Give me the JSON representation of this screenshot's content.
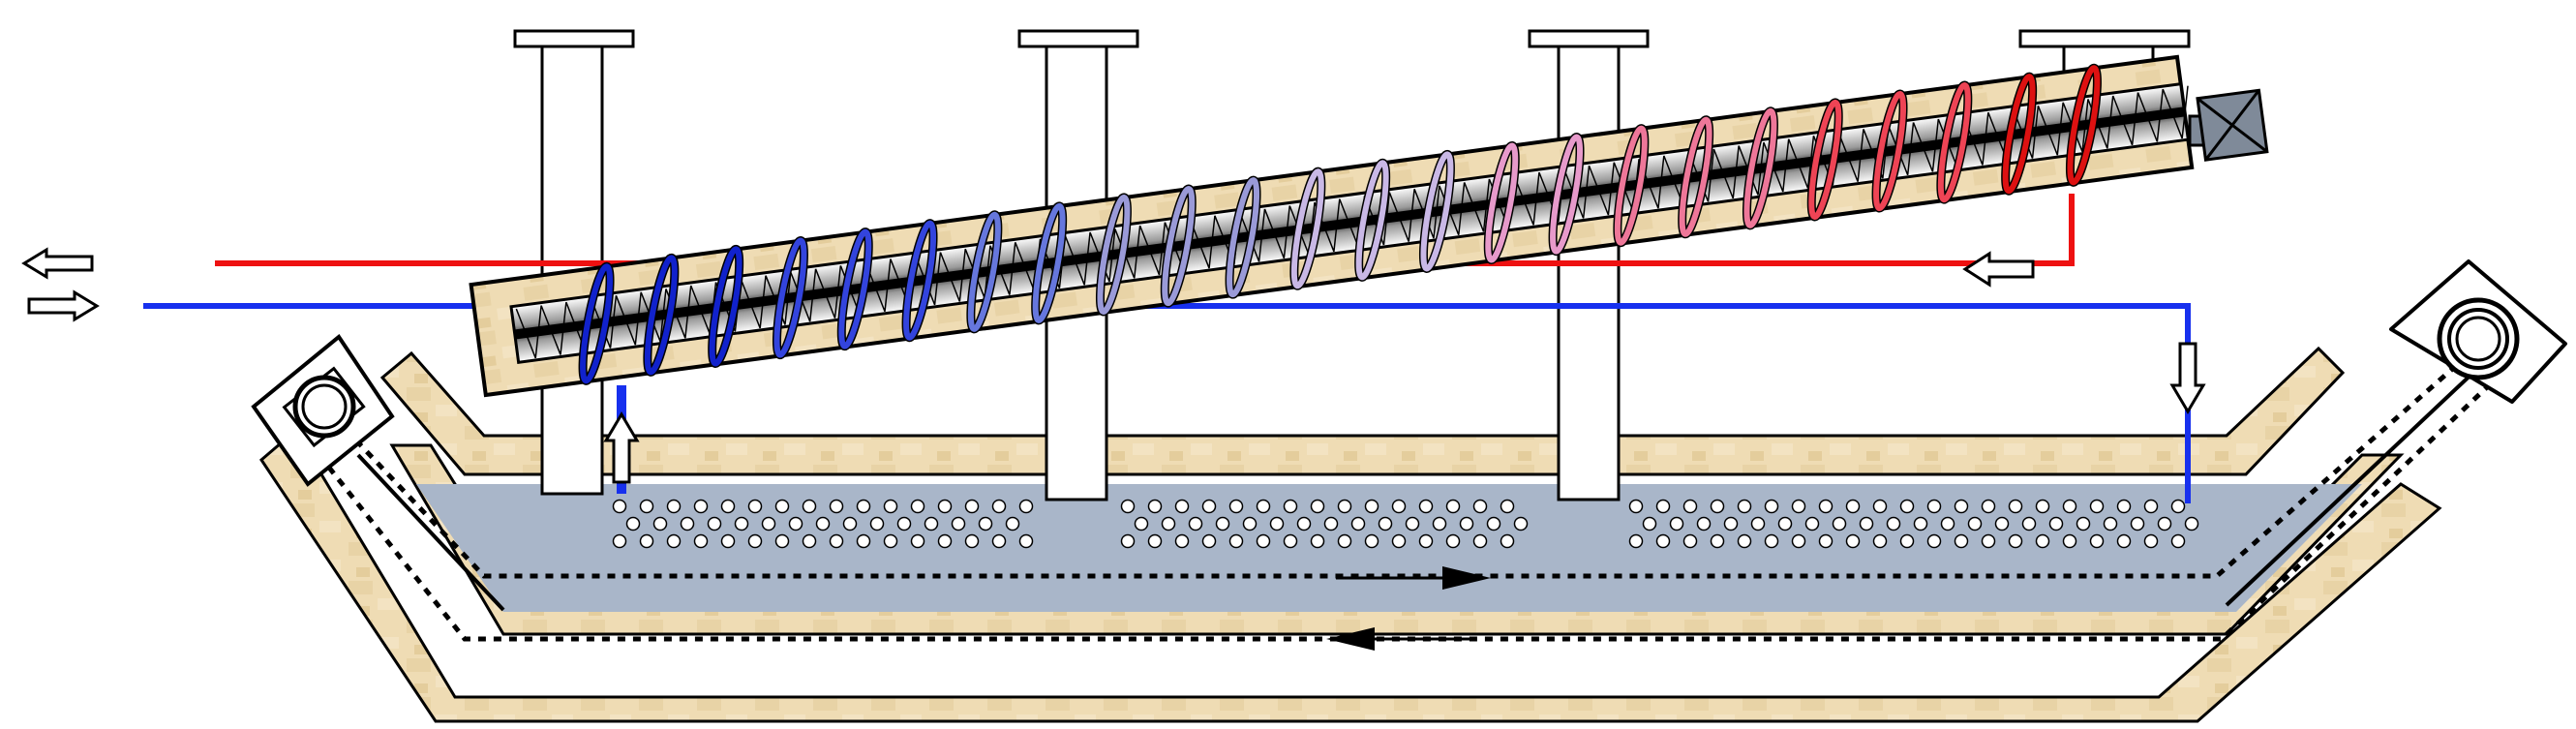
{
  "diagram": {
    "kind": "inclined-screw-conveyor-over-water-trough",
    "text_labels": [],
    "colors": {
      "background": "#ffffff",
      "casing": "#efdcb4",
      "casing_shade": "#dcc193",
      "water": "#a9b6c9",
      "hot_line": "#ee1111",
      "cold_line": "#1730ee",
      "outline": "#000000",
      "drive_box": "#7f8a99"
    },
    "coil_gradient": [
      "#1122cc",
      "#3344dd",
      "#6677dd",
      "#9a9ad8",
      "#c9b8e6",
      "#e79acb",
      "#ee7799",
      "#ee4455",
      "#dd1111"
    ],
    "icons": {
      "flow_in_out": "double-arrow-icon",
      "drive": "motor-box-icon",
      "pulley": "pulley-icon",
      "flow_direction": "flow-arrow-icon"
    },
    "supports": 4,
    "coil_turns": 24
  }
}
